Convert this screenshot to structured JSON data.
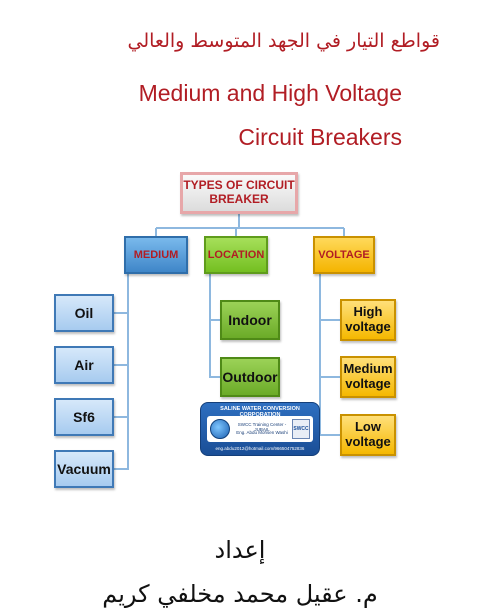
{
  "header": {
    "title_ar": "قواطع التيار في الجهد المتوسط والعالي",
    "title_en_line1": "Medium and High Voltage",
    "title_en_line2": "Circuit Breakers"
  },
  "diagram": {
    "root": {
      "line1": "TYPES OF CIRCUIT",
      "line2": "BREAKER"
    },
    "categories": [
      {
        "label": "MEDIUM",
        "color": "#4a90d9",
        "items": [
          "Oil",
          "Air",
          "Sf6",
          "Vacuum"
        ]
      },
      {
        "label": "LOCATION",
        "color": "#7cc52a",
        "items": [
          "Indoor",
          "Outdoor"
        ]
      },
      {
        "label": "VOLTAGE",
        "color": "#f7b900",
        "items": [
          [
            "High",
            "voltage"
          ],
          [
            "Medium",
            "voltage"
          ],
          [
            "Low",
            "voltage"
          ]
        ]
      }
    ]
  },
  "badge": {
    "org": "SALINE WATER CONVERSION CORPORATION",
    "line1": "SWCC Training Center - JUBAIL",
    "line2": "Eng. Abdu Mohsen Washi",
    "logo_text": "SWCC",
    "email": "eng.abdu2012@hotmail.com/966504752836"
  },
  "footer": {
    "prepared_by": "إعداد",
    "author": "م. عقيل محمد مخلفي كريم"
  }
}
